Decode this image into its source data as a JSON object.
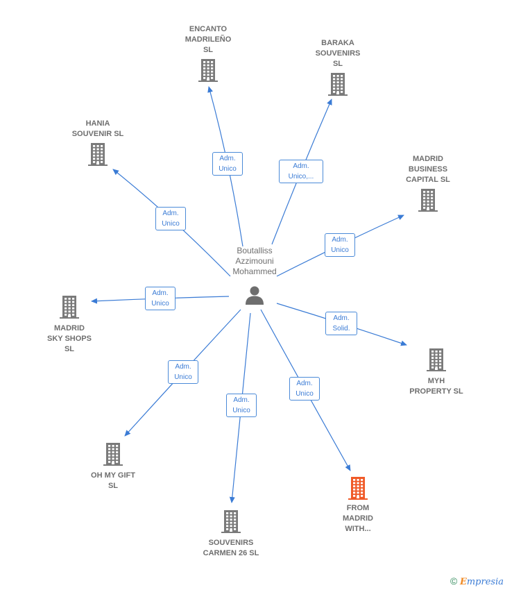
{
  "person": {
    "name": "Boutalliss\nAzzimouni\nMohammed",
    "icon": "person-icon"
  },
  "companies": [
    {
      "id": "encanto",
      "name": "ENCANTO\nMADRILEÑO\nSL",
      "highlight": false
    },
    {
      "id": "baraka",
      "name": "BARAKA\nSOUVENIRS\nSL",
      "highlight": false
    },
    {
      "id": "hania",
      "name": "HANIA\nSOUVENIR SL",
      "highlight": false
    },
    {
      "id": "madrid-business",
      "name": "MADRID\nBUSINESS\nCAPITAL  SL",
      "highlight": false
    },
    {
      "id": "madrid-sky",
      "name": "MADRID\nSKY SHOPS\nSL",
      "highlight": false
    },
    {
      "id": "myh",
      "name": "MYH\nPROPERTY  SL",
      "highlight": false
    },
    {
      "id": "oh-my-gift",
      "name": "OH MY GIFT\nSL",
      "highlight": false
    },
    {
      "id": "souvenirs-carmen",
      "name": "SOUVENIRS\nCARMEN 26  SL",
      "highlight": false
    },
    {
      "id": "from-madrid",
      "name": "FROM\nMADRID\nWITH...",
      "highlight": true
    }
  ],
  "edges": [
    {
      "target": "encanto",
      "label": "Adm.\nUnico"
    },
    {
      "target": "baraka",
      "label": "Adm.\nUnico,..."
    },
    {
      "target": "hania",
      "label": "Adm.\nUnico"
    },
    {
      "target": "madrid-business",
      "label": "Adm.\nUnico"
    },
    {
      "target": "madrid-sky",
      "label": "Adm.\nUnico"
    },
    {
      "target": "myh",
      "label": "Adm.\nSolid."
    },
    {
      "target": "oh-my-gift",
      "label": "Adm.\nUnico"
    },
    {
      "target": "souvenirs-carmen",
      "label": "Adm.\nUnico"
    },
    {
      "target": "from-madrid",
      "label": "Adm.\nUnico"
    }
  ],
  "colors": {
    "edge": "#3a7bd5",
    "building": "#7a7a7a",
    "building_highlight": "#f05a28",
    "person": "#6e6e6e"
  },
  "footer": {
    "copyright": "©",
    "brand_initial": "E",
    "brand_rest": "mpresia"
  }
}
